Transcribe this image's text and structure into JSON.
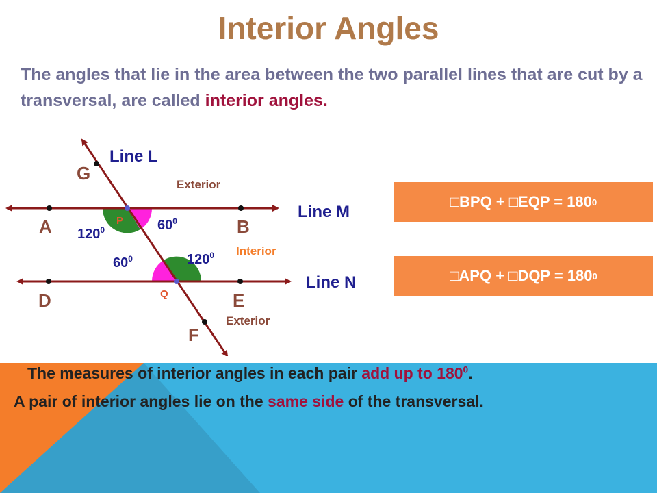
{
  "title": "Interior Angles",
  "definition": {
    "text": "The angles that lie in the area between the two parallel lines that are cut by a transversal, are called",
    "highlight": "interior angles."
  },
  "diagram": {
    "line_l_label": "Line L",
    "line_m_label": "Line M",
    "line_n_label": "Line N",
    "exterior_top": "Exterior",
    "interior": "Interior",
    "exterior_bottom": "Exterior",
    "points": {
      "g": "G",
      "a": "A",
      "b": "B",
      "d": "D",
      "e": "E",
      "f": "F",
      "p": "P",
      "q": "Q"
    },
    "angles": {
      "apq": "120",
      "bpq": "60",
      "dqp": "60",
      "eqp": "120",
      "exp": "0"
    },
    "colors": {
      "lines": "#8b1a1a",
      "green": "#2e8b2e",
      "magenta": "#ff22dd"
    }
  },
  "equations": {
    "eq1": {
      "text": "□BPQ + □EQP = 180",
      "exp": "0"
    },
    "eq2": {
      "text": "□APQ + □DQP = 180",
      "exp": "0"
    }
  },
  "summary": {
    "line1_text": "The measures of interior angles in each pair",
    "line1_highlight": "add up to 180",
    "line1_exp": "0",
    "line1_end": ".",
    "line2_text": "A pair of interior angles lie on the",
    "line2_highlight": "same side",
    "line2_end": "of the transversal."
  },
  "colors": {
    "title": "#b07a4a",
    "highlight": "#a0123c",
    "box": "#f58a45",
    "panel": "#3bb2e0",
    "orange": "#f47d2a"
  }
}
